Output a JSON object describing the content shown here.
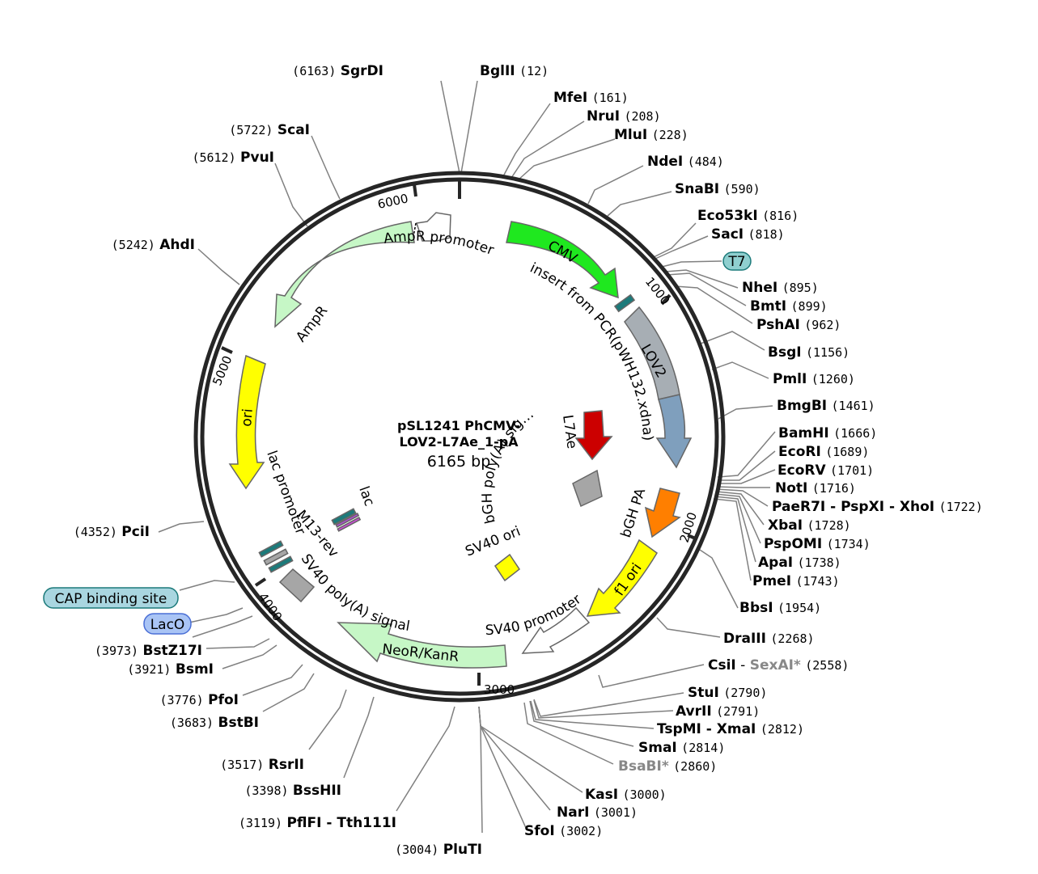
{
  "plasmid": {
    "name_line1": "pSL1241 PhCMV-",
    "name_line2": "LOV2-L7Ae_1-pA",
    "size": "6165 bp"
  },
  "ticks": [
    "1000",
    "2000",
    "3000",
    "4000",
    "5000",
    "6000"
  ],
  "colors": {
    "backbone": "#262626",
    "cmv": "#1fe81f",
    "promoter_light": "#c6f7c6",
    "lov2_top": "#a7aeb4",
    "lov2_bottom": "#7f9fbd",
    "bgh": "#ff7f00",
    "f1ori": "#ffff00",
    "ori": "#ffff00",
    "l7ae": "#cc0000",
    "misc_grey": "#a6a6a6",
    "teal": "#1c7a7a",
    "t7_pill": "#8fcfcf",
    "cap_pill": "#a9d6e0",
    "laco_pill": "#a9c4f5"
  },
  "features": {
    "cmv": "CMV",
    "insert": "insert from PCR(pWH132.xdna)",
    "lov2": "LOV2",
    "l7ae": "L7Ae",
    "sig": "sig…",
    "bgh_polya": "bGH poly(A) sig…",
    "bgh_pa": "bGH PA",
    "sv40_ori": "SV40 ori",
    "f1_ori": "f1 ori",
    "sv40_promoter": "SV40 promoter",
    "neor": "NeoR/KanR",
    "sv40_polya": "SV40 poly(A) signal",
    "ampr_promoter": "AmpR promoter",
    "ampr": "AmpR",
    "ori": "ori",
    "lac_promoter": "lac promoter",
    "m13rev": "M13-rev",
    "lac": "lac"
  },
  "enzymes": [
    {
      "name": "SgrDI",
      "pos": "(6163)"
    },
    {
      "name": "BglII",
      "pos": "(12)"
    },
    {
      "name": "MfeI",
      "pos": "(161)"
    },
    {
      "name": "NruI",
      "pos": "(208)"
    },
    {
      "name": "MluI",
      "pos": "(228)"
    },
    {
      "name": "NdeI",
      "pos": "(484)"
    },
    {
      "name": "SnaBI",
      "pos": "(590)"
    },
    {
      "name": "Eco53kI",
      "pos": "(816)"
    },
    {
      "name": "SacI",
      "pos": "(818)"
    },
    {
      "name": "NheI",
      "pos": "(895)"
    },
    {
      "name": "BmtI",
      "pos": "(899)"
    },
    {
      "name": "PshAI",
      "pos": "(962)"
    },
    {
      "name": "BsgI",
      "pos": "(1156)"
    },
    {
      "name": "PmlI",
      "pos": "(1260)"
    },
    {
      "name": "BmgBI",
      "pos": "(1461)"
    },
    {
      "name": "BamHI",
      "pos": "(1666)"
    },
    {
      "name": "EcoRI",
      "pos": "(1689)"
    },
    {
      "name": "EcoRV",
      "pos": "(1701)"
    },
    {
      "name": "NotI",
      "pos": "(1716)"
    },
    {
      "name": "PaeR7I - PspXI - XhoI",
      "pos": "(1722)"
    },
    {
      "name": "XbaI",
      "pos": "(1728)"
    },
    {
      "name": "PspOMI",
      "pos": "(1734)"
    },
    {
      "name": "ApaI",
      "pos": "(1738)"
    },
    {
      "name": "PmeI",
      "pos": "(1743)"
    },
    {
      "name": "BbsI",
      "pos": "(1954)"
    },
    {
      "name": "DraIII",
      "pos": "(2268)"
    },
    {
      "name": "CsiI",
      "name2": "SexAI*",
      "pos": "(2558)"
    },
    {
      "name": "StuI",
      "pos": "(2790)"
    },
    {
      "name": "AvrII",
      "pos": "(2791)"
    },
    {
      "name": "TspMI - XmaI",
      "pos": "(2812)"
    },
    {
      "name": "SmaI",
      "pos": "(2814)"
    },
    {
      "name": "BsaBI*",
      "pos": "(2860)"
    },
    {
      "name": "KasI",
      "pos": "(3000)"
    },
    {
      "name": "NarI",
      "pos": "(3001)"
    },
    {
      "name": "SfoI",
      "pos": "(3002)"
    },
    {
      "name": "PluTI",
      "pos": "(3004)"
    },
    {
      "name": "PflFI - Tth111I",
      "pos": "(3119)"
    },
    {
      "name": "BssHII",
      "pos": "(3398)"
    },
    {
      "name": "RsrII",
      "pos": "(3517)"
    },
    {
      "name": "BstBI",
      "pos": "(3683)"
    },
    {
      "name": "PfoI",
      "pos": "(3776)"
    },
    {
      "name": "BsmI",
      "pos": "(3921)"
    },
    {
      "name": "BstZ17I",
      "pos": "(3973)"
    },
    {
      "name": "PciI",
      "pos": "(4352)"
    },
    {
      "name": "AhdI",
      "pos": "(5242)"
    },
    {
      "name": "PvuI",
      "pos": "(5612)"
    },
    {
      "name": "ScaI",
      "pos": "(5722)"
    }
  ],
  "site_labels": {
    "t7": "T7",
    "cap": "CAP binding site",
    "laco": "LacO"
  }
}
